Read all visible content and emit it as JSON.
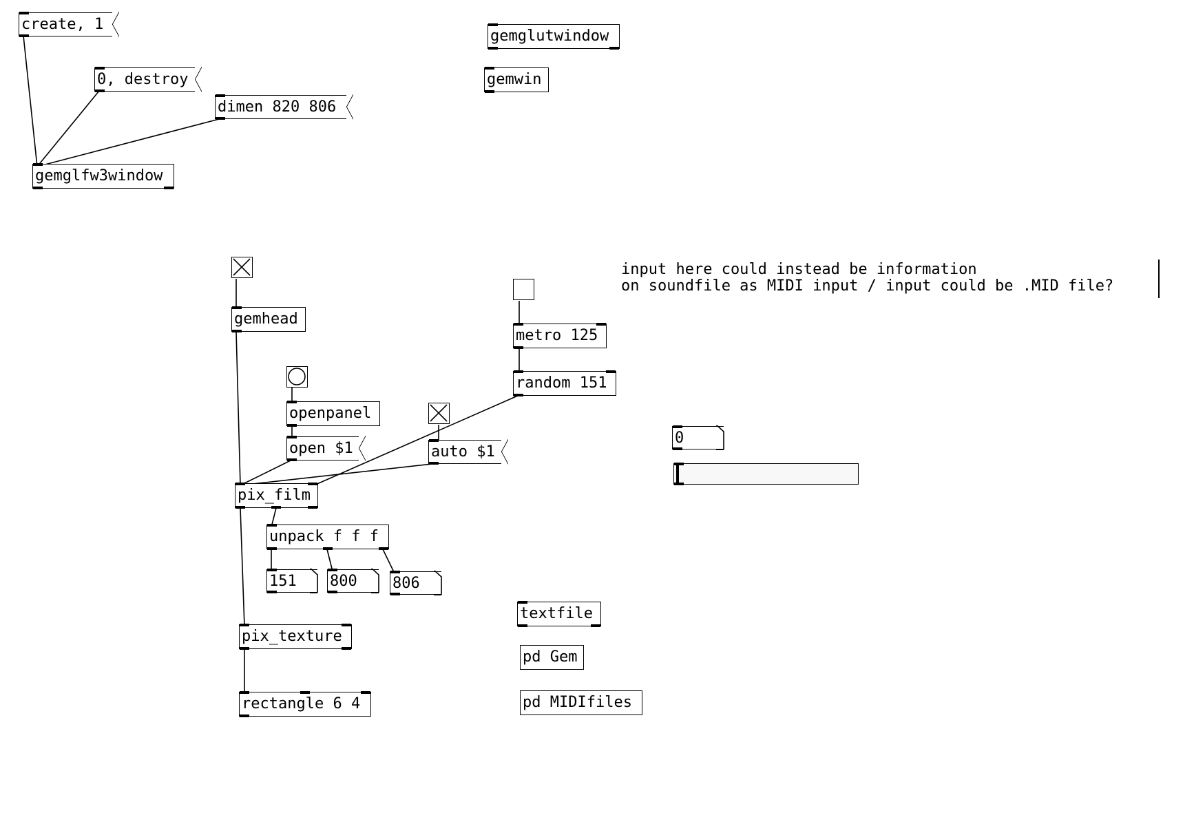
{
  "window": {
    "objects": {
      "create_msg": "create, 1",
      "destroy_msg": "0, destroy",
      "dimen_msg": "dimen 820 806",
      "gemglfw3window": "gemglfw3window",
      "gemglutwindow": "gemglutwindow",
      "gemwin": "gemwin",
      "gemhead": "gemhead",
      "openpanel": "openpanel",
      "open_msg": "open $1",
      "auto_msg": "auto $1",
      "metro": "metro 125",
      "random": "random 151",
      "pix_film": "pix_film",
      "unpack": "unpack f f f",
      "pix_texture": "pix_texture",
      "rectangle": "rectangle 6 4",
      "textfile": "textfile",
      "pd_gem": "pd Gem",
      "pd_midifiles": "pd MIDIfiles"
    },
    "numbers": {
      "frames": "151",
      "width": "800",
      "height": "806",
      "standalone": "0"
    },
    "comment": {
      "line1": "input here could instead be information",
      "line2": "on soundfile as MIDI input / input could be .MID file?"
    },
    "toggles": {
      "gemhead_toggle": true,
      "metro_toggle": false,
      "auto_toggle": true
    },
    "slider_value": 0
  }
}
